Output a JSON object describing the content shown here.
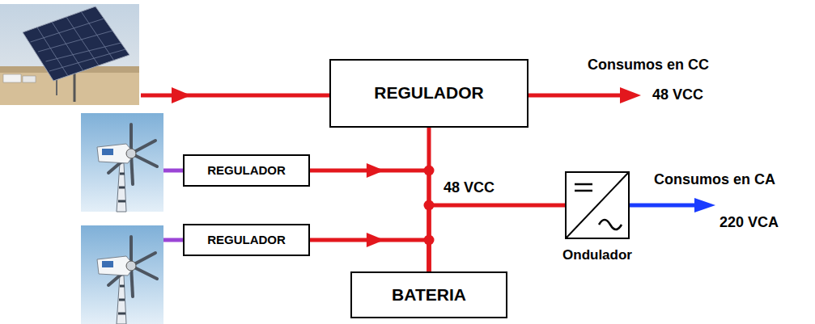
{
  "diagram": {
    "nodes": [
      {
        "text": [
          "REGULADOR"
        ]
      },
      {
        "text": [
          "REGULADOR"
        ]
      },
      {
        "text": [
          "REGULADOR"
        ]
      },
      {
        "text": [
          "Ondulador"
        ]
      },
      {
        "text": [
          "BATERIA"
        ]
      }
    ],
    "edges": [
      {
        "from": 0,
        "to": 4,
        "arrow": "none"
      },
      {
        "from": 1,
        "to": 4,
        "arrow": "to"
      },
      {
        "from": 2,
        "to": 4,
        "arrow": "to"
      },
      {
        "from": 4,
        "to": 3,
        "arrow": "none"
      }
    ],
    "labels": [
      "Consumos en CC",
      "48 VCC",
      "48 VCC",
      "Consumos en CA",
      "220 VCA"
    ]
  }
}
